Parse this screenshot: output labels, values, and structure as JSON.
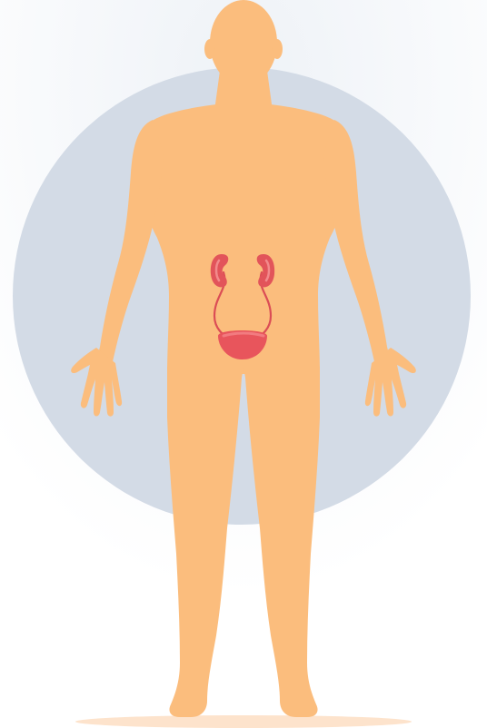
{
  "illustration": {
    "subject": "human-body-urinary-system",
    "colors": {
      "page_background": "#ffffff",
      "page_glow": "#eef2f7",
      "backdrop_circle": "#d3dbe6",
      "skin": "#fbbd7d",
      "kidney": "#e2545a",
      "kidney_inner": "#f28a8c",
      "ureter": "#db4d55",
      "bladder": "#e8555c",
      "bladder_highlight": "#f27b80",
      "ground_shadow": "#fde3cc"
    },
    "icons": {
      "backdrop": "circle-backdrop",
      "figure": "human-silhouette",
      "left_kidney": "kidney-icon",
      "right_kidney": "kidney-icon",
      "bladder": "bladder-icon"
    }
  }
}
